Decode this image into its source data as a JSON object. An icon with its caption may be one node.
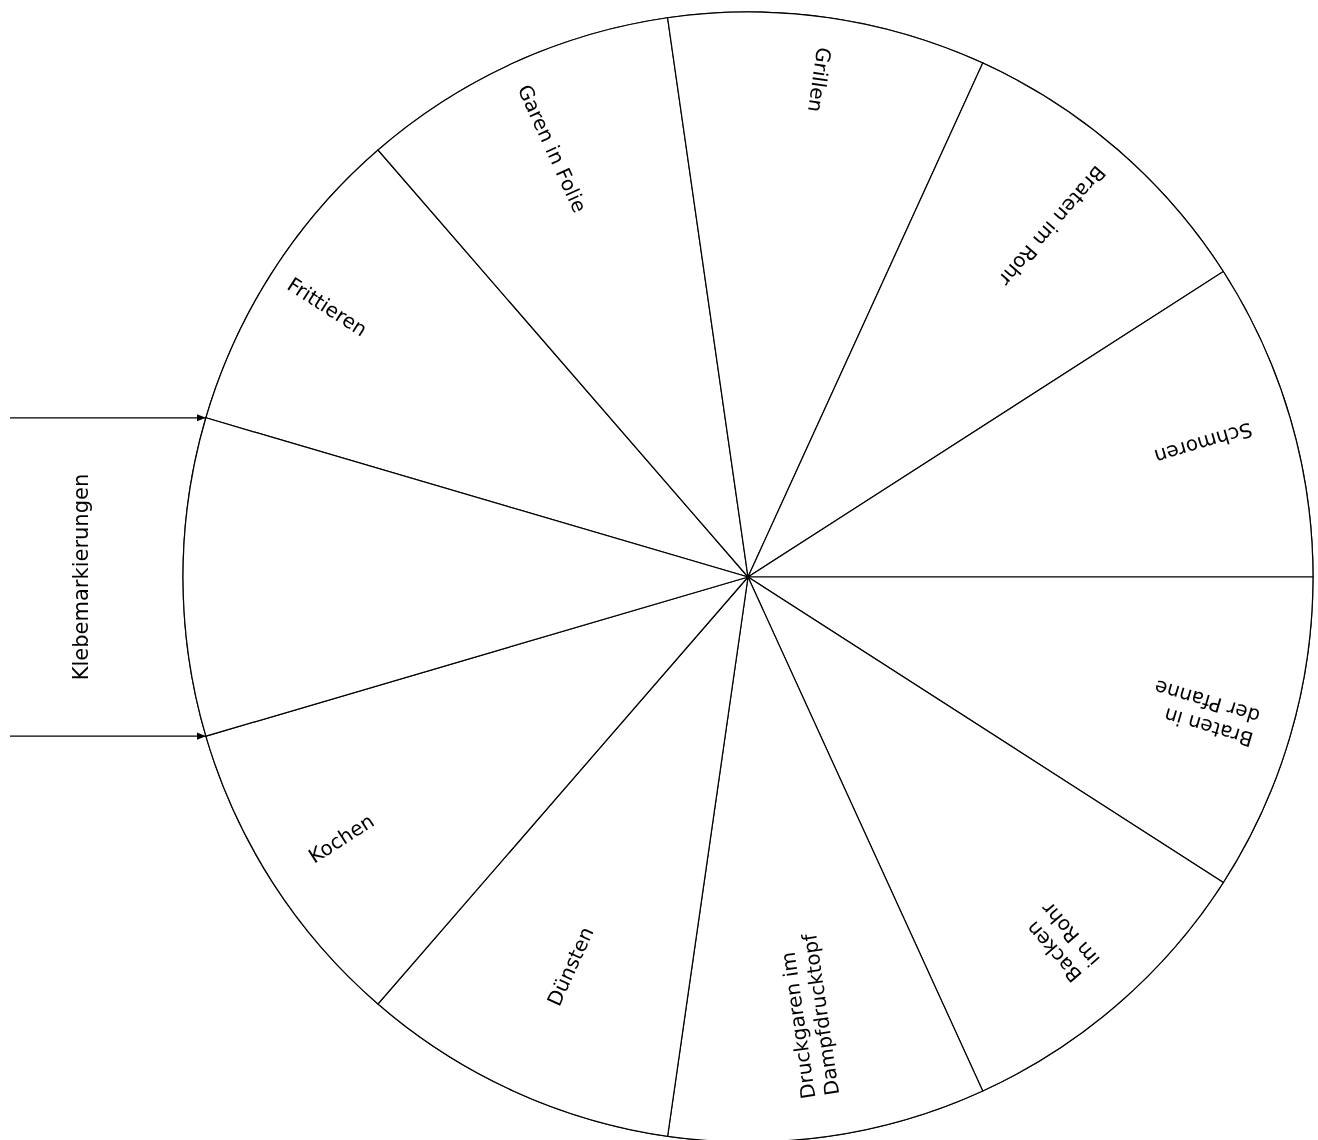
{
  "diagram": {
    "nodes": [
      {
        "text": [],
        "shape": "circle"
      },
      {
        "text": [
          "Frittieren"
        ],
        "in": 0
      },
      {
        "text": [
          "Garen in Folie"
        ],
        "in": 0
      },
      {
        "text": [
          "Grillen"
        ],
        "in": 0
      },
      {
        "text": [
          "Braten im Rohr"
        ],
        "in": 0
      },
      {
        "text": [
          "Schmoren"
        ],
        "in": 0
      },
      {
        "text": [
          "Braten in der Pfanne"
        ],
        "in": 0
      },
      {
        "text": [
          "Backen im Rohr"
        ],
        "in": 0
      },
      {
        "text": [
          "Druckgaren im Dampfdrucktopf"
        ],
        "in": 0
      },
      {
        "text": [
          "Dünsten"
        ],
        "in": 0
      },
      {
        "text": [
          "Kochen"
        ],
        "in": 0
      },
      {
        "text": [],
        "shape": "sector",
        "in": 0
      }
    ],
    "edges": [
      {
        "from": null,
        "to": 11,
        "arrow": "to"
      },
      {
        "from": null,
        "to": 11,
        "arrow": "to"
      }
    ],
    "labels": [
      "Klebemarkierungen"
    ]
  }
}
